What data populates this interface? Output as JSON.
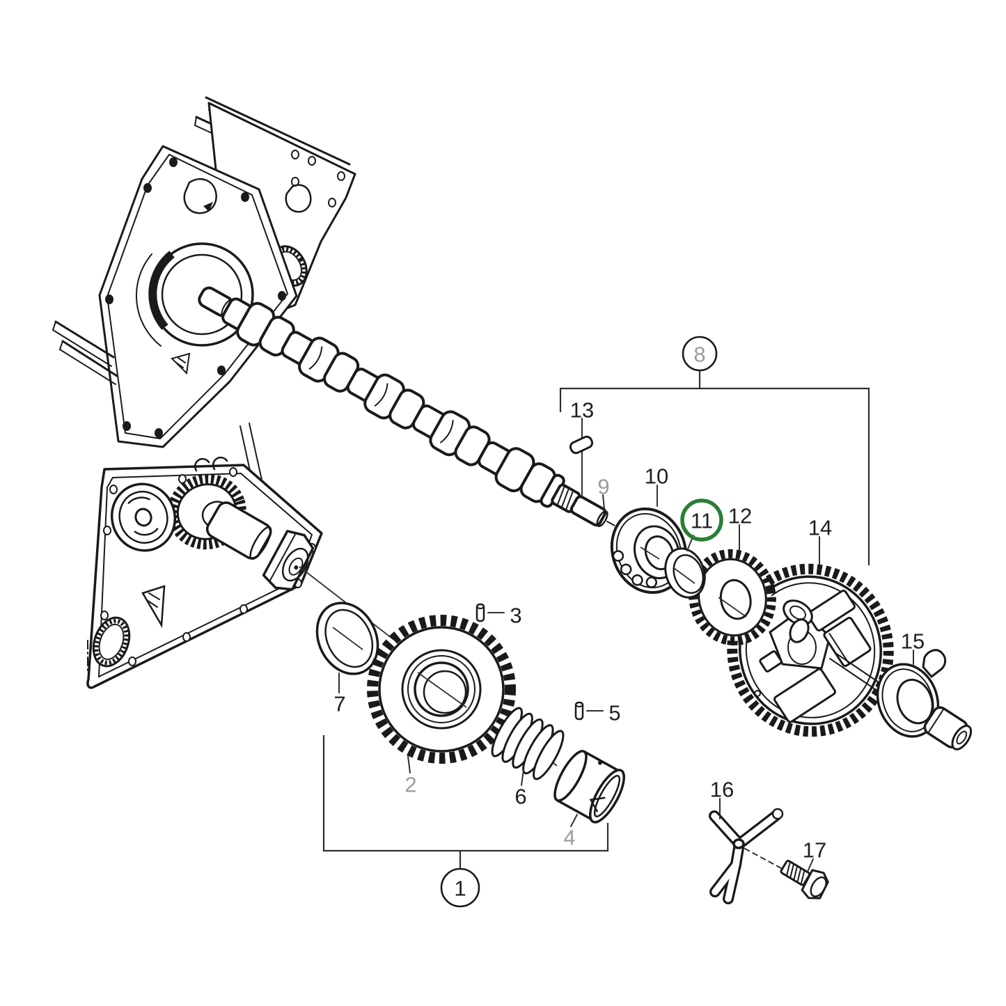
{
  "figure": {
    "type": "exploded-parts-diagram",
    "background": "#ffffff",
    "line_color": "#1a1a1a",
    "label_color": "#1f1f1f",
    "muted_label_color": "#9b9ba0",
    "highlight_ring_color": "#2a7d35",
    "highlighted_callout": "11"
  },
  "callouts": [
    {
      "num": "1",
      "style": "circled"
    },
    {
      "num": "2",
      "style": "muted"
    },
    {
      "num": "3",
      "style": "plain"
    },
    {
      "num": "4",
      "style": "muted"
    },
    {
      "num": "5",
      "style": "plain"
    },
    {
      "num": "6",
      "style": "plain"
    },
    {
      "num": "7",
      "style": "plain"
    },
    {
      "num": "8",
      "style": "circled-muted"
    },
    {
      "num": "9",
      "style": "muted"
    },
    {
      "num": "10",
      "style": "plain"
    },
    {
      "num": "11",
      "style": "green-ring-highlight"
    },
    {
      "num": "12",
      "style": "plain"
    },
    {
      "num": "13",
      "style": "plain"
    },
    {
      "num": "14",
      "style": "plain"
    },
    {
      "num": "15",
      "style": "plain"
    },
    {
      "num": "16",
      "style": "plain"
    },
    {
      "num": "17",
      "style": "plain"
    }
  ]
}
